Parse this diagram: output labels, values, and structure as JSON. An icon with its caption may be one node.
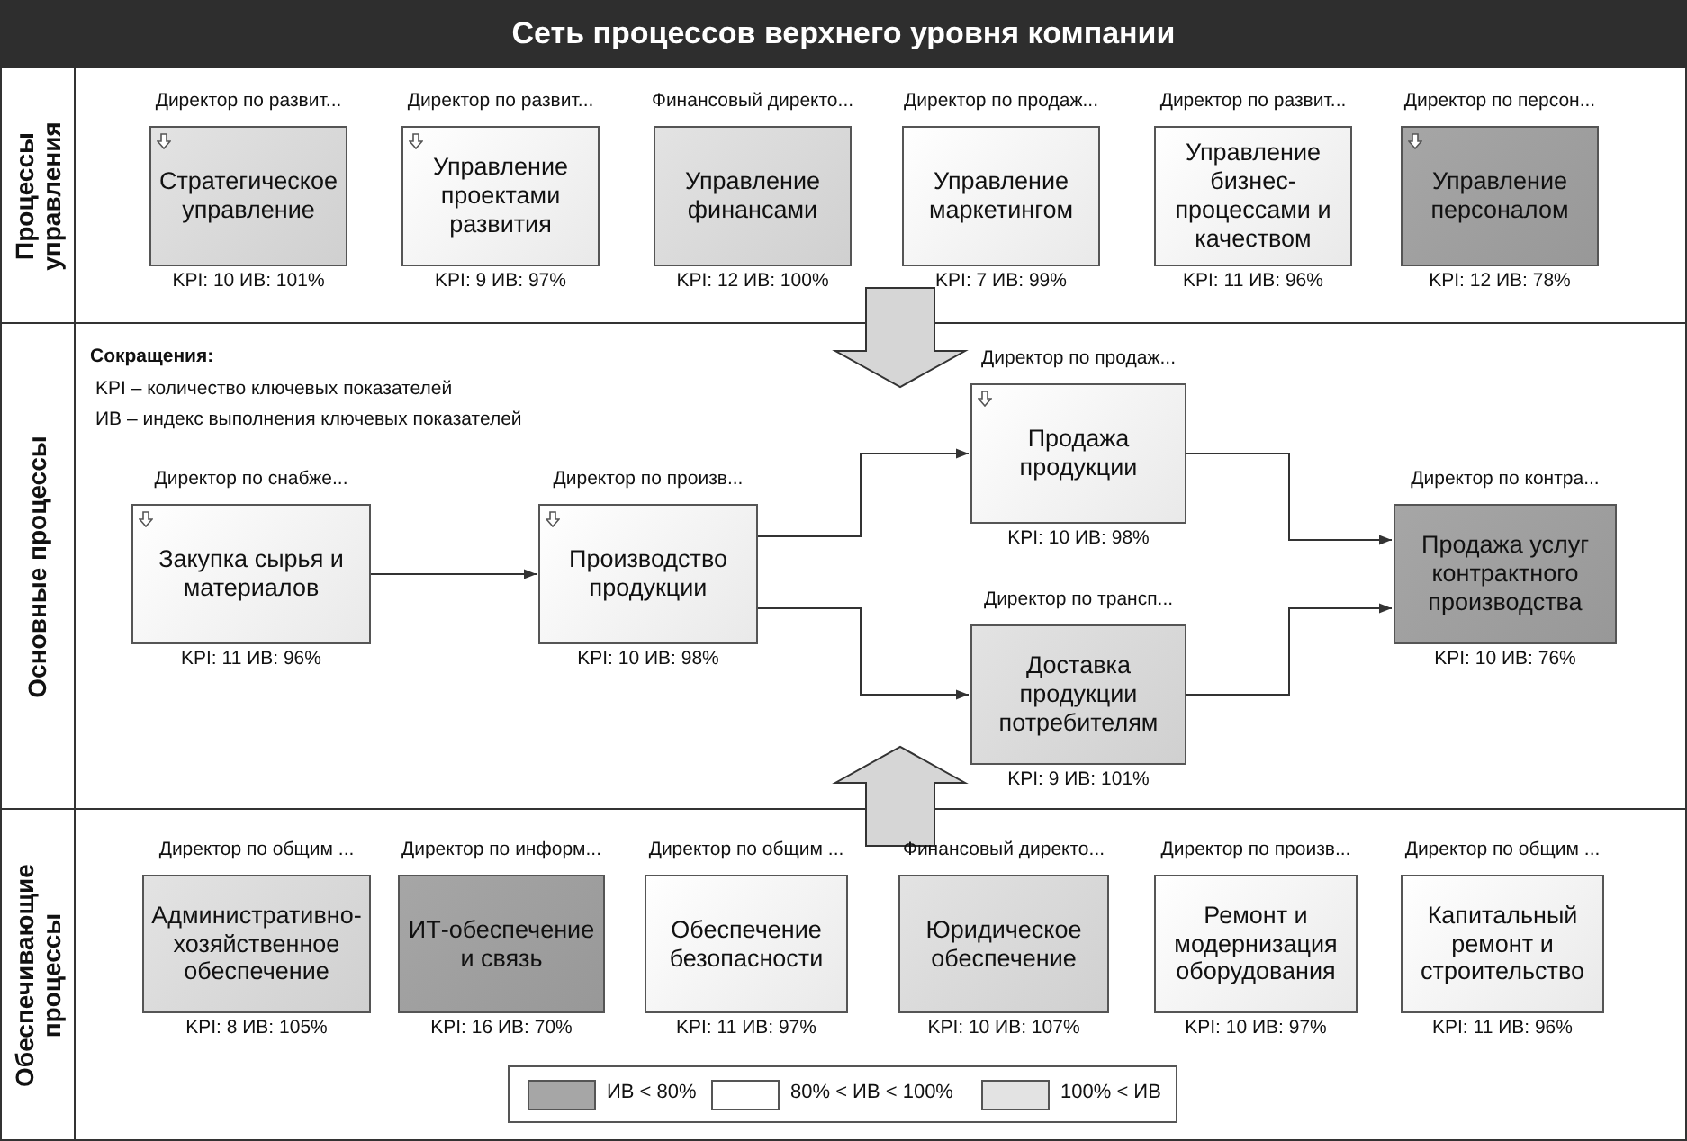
{
  "diagram": {
    "title": "Сеть процессов верхнего уровня компании",
    "nodes": [
      {
        "text": [
          "Процессы управления"
        ]
      },
      {
        "text": [
          "Директор по развит...",
          "Стратегическое управление"
        ],
        "beside": [
          "KPI: 10 ИВ: 101%"
        ],
        "in": 0
      },
      {
        "text": [
          "Директор по развит...",
          "Управление проектами развития"
        ],
        "beside": [
          "KPI: 9 ИВ: 97%"
        ],
        "in": 0
      },
      {
        "text": [
          "Финансовый директо...",
          "Управление финансами"
        ],
        "beside": [
          "KPI: 12 ИВ: 100%"
        ],
        "in": 0
      },
      {
        "text": [
          "Директор по продаж...",
          "Управление маркетингом"
        ],
        "beside": [
          "KPI: 7 ИВ: 99%"
        ],
        "in": 0
      },
      {
        "text": [
          "Директор по развит...",
          "Управление бизнес-процессами и качеством"
        ],
        "beside": [
          "KPI: 11 ИВ: 96%"
        ],
        "in": 0
      },
      {
        "text": [
          "Директор по персон...",
          "Управление персоналом"
        ],
        "beside": [
          "KPI: 12 ИВ: 78%"
        ],
        "in": 0
      },
      {
        "text": [
          "Основные процессы"
        ]
      },
      {
        "text": [
          "Директор по снабже...",
          "Закупка сырья и материалов"
        ],
        "beside": [
          "KPI: 11 ИВ: 96%"
        ],
        "in": 7
      },
      {
        "text": [
          "Директор по произв...",
          "Производство продукции"
        ],
        "beside": [
          "KPI: 10 ИВ: 98%"
        ],
        "in": 7
      },
      {
        "text": [
          "Директор по продаж...",
          "Продажа продукции"
        ],
        "beside": [
          "KPI: 10 ИВ: 98%"
        ],
        "in": 7
      },
      {
        "text": [
          "Директор по трансп...",
          "Доставка продукции потребителям"
        ],
        "beside": [
          "KPI: 9 ИВ: 101%"
        ],
        "in": 7
      },
      {
        "text": [
          "Директор по контра...",
          "Продажа услуг контрактного производства"
        ],
        "beside": [
          "KPI: 10 ИВ: 76%"
        ],
        "in": 7
      },
      {
        "text": [
          "Обеспечивающие процессы"
        ]
      },
      {
        "text": [
          "Директор по общим ...",
          "Административно-хозяйственное обеспечение"
        ],
        "beside": [
          "KPI: 8 ИВ: 105%"
        ],
        "in": 13
      },
      {
        "text": [
          "Директор по информ...",
          "ИТ-обеспечение и связь"
        ],
        "beside": [
          "KPI: 16 ИВ: 70%"
        ],
        "in": 13
      },
      {
        "text": [
          "Директор по общим ...",
          "Обеспечение безопасности"
        ],
        "beside": [
          "KPI: 11 ИВ: 97%"
        ],
        "in": 13
      },
      {
        "text": [
          "Финансовый директо...",
          "Юридическое обеспечение"
        ],
        "beside": [
          "KPI: 10 ИВ: 107%"
        ],
        "in": 13
      },
      {
        "text": [
          "Директор по произв...",
          "Ремонт и модернизация оборудования"
        ],
        "beside": [
          "KPI: 10 ИВ: 97%"
        ],
        "in": 13
      },
      {
        "text": [
          "Директор по общим ...",
          "Капитальный ремонт и строительство"
        ],
        "beside": [
          "KPI: 11 ИВ: 96%"
        ],
        "in": 13
      }
    ],
    "edges": [
      {
        "from": 8,
        "to": 9,
        "arrow": "to"
      },
      {
        "from": 9,
        "to": 10,
        "arrow": "to"
      },
      {
        "from": 9,
        "to": 11,
        "arrow": "to"
      },
      {
        "from": 10,
        "to": 12,
        "arrow": "to"
      },
      {
        "from": 11,
        "to": 12,
        "arrow": "to"
      },
      {
        "from": 0,
        "to": 7,
        "arrow": "to",
        "style": "thick"
      },
      {
        "from": 13,
        "to": 7,
        "arrow": "to",
        "style": "thick"
      }
    ],
    "labels": [
      "Сокращения:",
      "KPI – количество ключевых показателей",
      "ИВ – индекс выполнения ключевых показателей"
    ],
    "legend": [
      {
        "text": "ИВ < 80%",
        "color": "#a6a6a6"
      },
      {
        "text": "80% < ИВ < 100%",
        "color": "#ffffff"
      },
      {
        "text": "100% < ИВ",
        "color": "#e3e3e3"
      }
    ]
  }
}
